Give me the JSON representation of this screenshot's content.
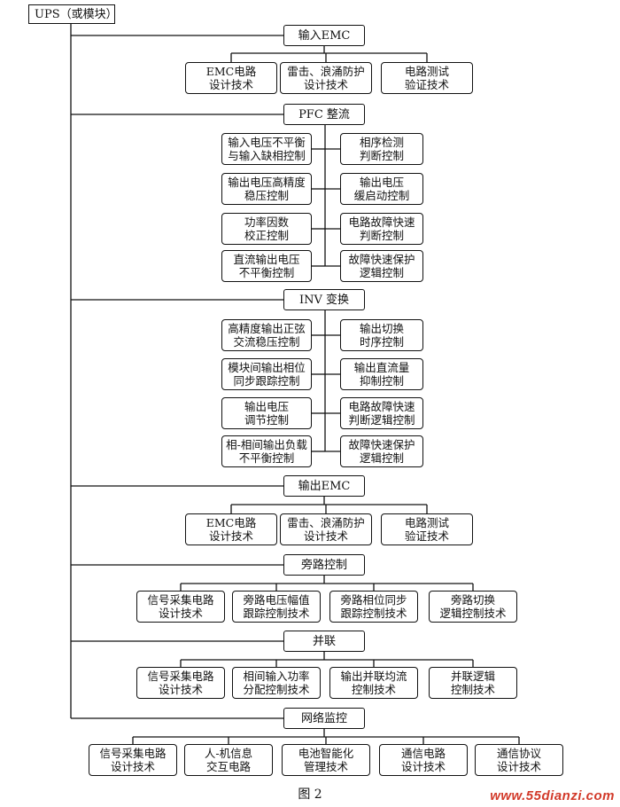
{
  "root": "UPS（或模块）",
  "sections": {
    "input_emc": {
      "title": "输入EMC",
      "items": [
        "EMC电路\n设计技术",
        "雷击、浪涌防护\n设计技术",
        "电路测试\n验证技术"
      ]
    },
    "pfc": {
      "title": "PFC 整流",
      "left": [
        "输入电压不平衡\n与输入缺相控制",
        "输出电压高精度\n稳压控制",
        "功率因数\n校正控制",
        "直流输出电压\n不平衡控制"
      ],
      "right": [
        "相序检测\n判断控制",
        "输出电压\n缓启动控制",
        "电路故障快速\n判断控制",
        "故障快速保护\n逻辑控制"
      ]
    },
    "inv": {
      "title": "INV 变换",
      "left": [
        "高精度输出正弦\n交流稳压控制",
        "模块间输出相位\n同步跟踪控制",
        "输出电压\n调节控制",
        "相-相间输出负载\n不平衡控制"
      ],
      "right": [
        "输出切换\n时序控制",
        "输出直流量\n抑制控制",
        "电路故障快速\n判断逻辑控制",
        "故障快速保护\n逻辑控制"
      ]
    },
    "output_emc": {
      "title": "输出EMC",
      "items": [
        "EMC电路\n设计技术",
        "雷击、浪涌防护\n设计技术",
        "电路测试\n验证技术"
      ]
    },
    "bypass": {
      "title": "旁路控制",
      "items": [
        "信号采集电路\n设计技术",
        "旁路电压幅值\n跟踪控制技术",
        "旁路相位同步\n跟踪控制技术",
        "旁路切换\n逻辑控制技术"
      ]
    },
    "parallel": {
      "title": "并联",
      "items": [
        "信号采集电路\n设计技术",
        "相间输入功率\n分配控制技术",
        "输出并联均流\n控制技术",
        "并联逻辑\n控制技术"
      ]
    },
    "monitor": {
      "title": "网络监控",
      "items": [
        "信号采集电路\n设计技术",
        "人-机信息\n交互电路",
        "电池智能化\n管理技术",
        "通信电路\n设计技术",
        "通信协议\n设计技术"
      ]
    }
  },
  "caption": "图 2",
  "watermark": "www.55dianzi.com"
}
